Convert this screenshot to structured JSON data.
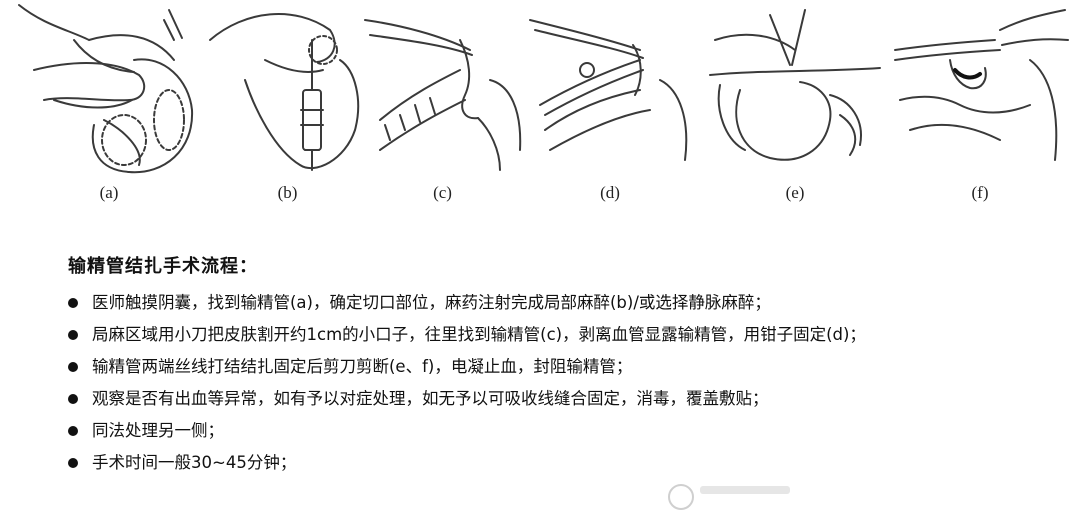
{
  "panels": [
    {
      "caption": "(a)",
      "icon": "palpation-illustration-icon"
    },
    {
      "caption": "(b)",
      "icon": "local-anesthesia-injection-icon"
    },
    {
      "caption": "(c)",
      "icon": "locating-vas-deferens-icon"
    },
    {
      "caption": "(d)",
      "icon": "clamping-vas-deferens-icon"
    },
    {
      "caption": "(e)",
      "icon": "ligation-cutting-icon"
    },
    {
      "caption": "(f)",
      "icon": "cauterization-sealing-icon"
    }
  ],
  "heading": "输精管结扎手术流程：",
  "steps": [
    "医师触摸阴囊，找到输精管(a)，确定切口部位，麻药注射完成局部麻醉(b)/或选择静脉麻醉；",
    "局麻区域用小刀把皮肤割开约1cm的小口子，往里找到输精管(c)，剥离血管显露输精管，用钳子固定(d)；",
    "输精管两端丝线打结结扎固定后剪刀剪断(e、f)，电凝止血，封阻输精管；",
    "观察是否有出血等异常，如有予以对症处理，如无予以可吸收线缝合固定，消毒，覆盖敷贴；",
    "同法处理另一侧；",
    "手术时间一般30~45分钟；"
  ],
  "colors": {
    "line": "#3a3a3a",
    "watermark": "#e4e4e4",
    "text": "#111111"
  }
}
